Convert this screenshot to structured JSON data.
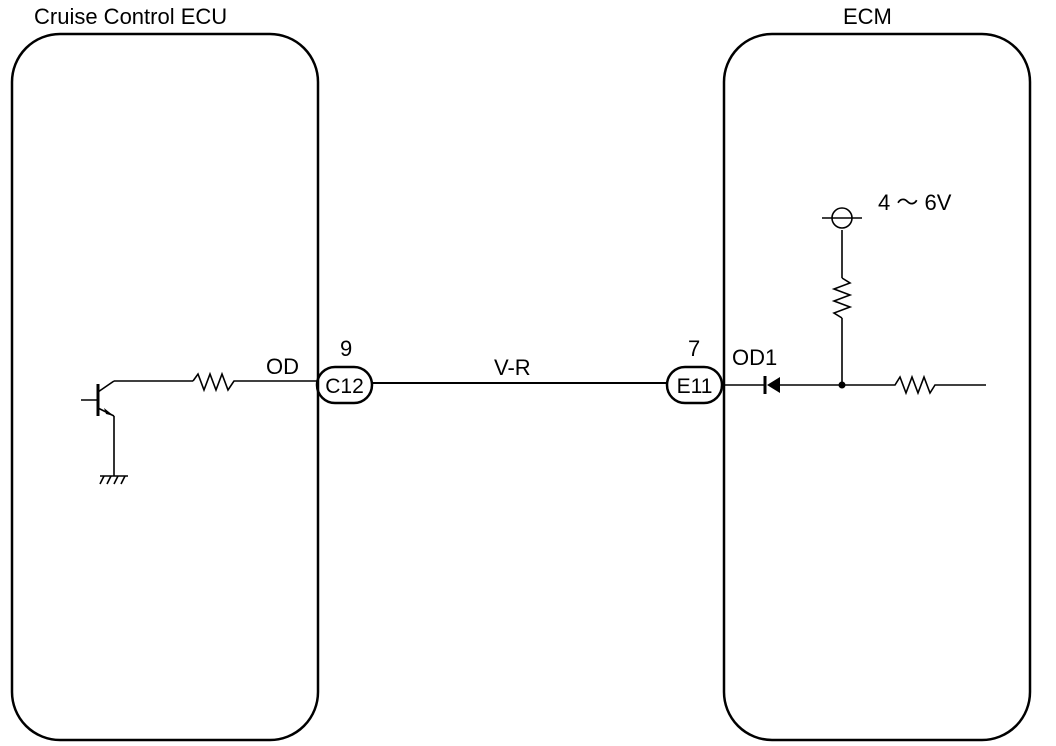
{
  "components": {
    "left_module": {
      "title": "Cruise Control ECU",
      "terminal": "OD"
    },
    "right_module": {
      "title": "ECM",
      "terminal": "OD1",
      "voltage": "4 ～ 6V"
    }
  },
  "connectors": [
    {
      "code": "C12",
      "pin": "9"
    },
    {
      "code": "E11",
      "pin": "7"
    }
  ],
  "wire": {
    "color_code": "V-R"
  }
}
